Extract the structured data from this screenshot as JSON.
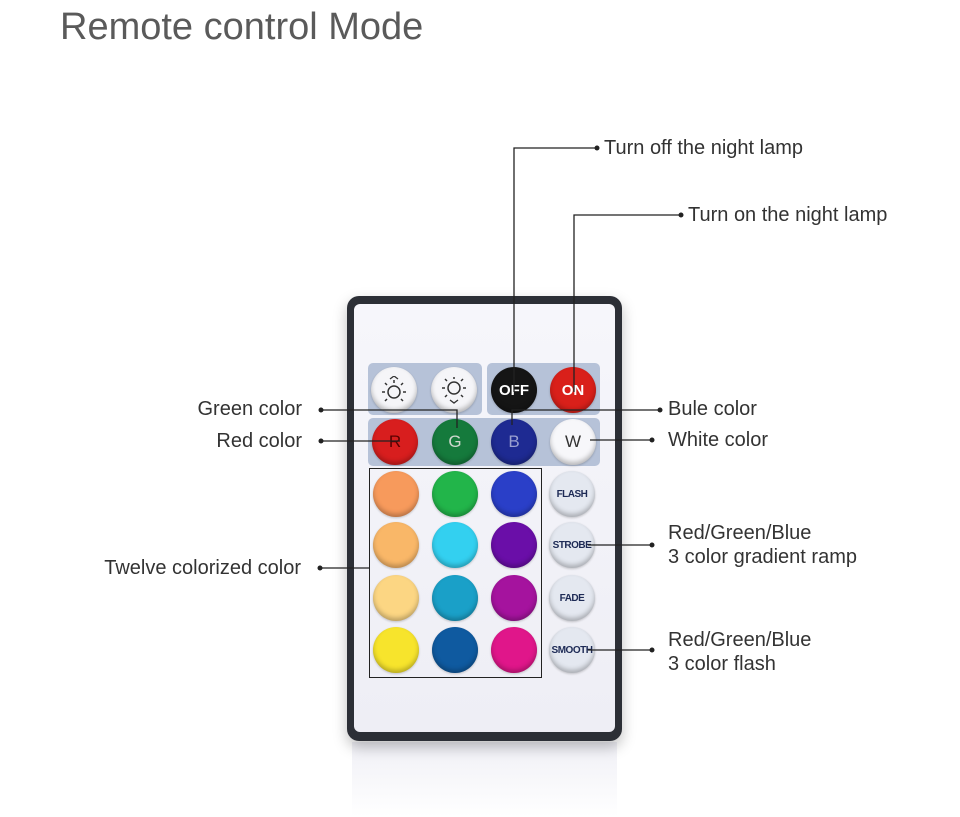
{
  "title": "Remote control Mode",
  "callouts": {
    "off_lamp": "Turn off the night lamp",
    "on_lamp": "Turn on the night lamp",
    "green": "Green color",
    "red": "Red color",
    "blue": "Bule color",
    "white": "White color",
    "twelve": "Twelve colorized color",
    "gradient_line1": "Red/Green/Blue",
    "gradient_line2": "3 color gradient ramp",
    "flash_line1": "Red/Green/Blue",
    "flash_line2": "3 color flash"
  },
  "buttons": {
    "off": "OFF",
    "on": "ON",
    "r": "R",
    "g": "G",
    "b": "B",
    "w": "W",
    "flash": "FLASH",
    "strobe": "STROBE",
    "fade": "FADE",
    "smooth": "SMOOTH"
  },
  "colors": {
    "grid": [
      [
        "#f79a5c",
        "#22b54a",
        "#2a3fc8"
      ],
      [
        "#f9b768",
        "#33d0f0",
        "#6a0ea8"
      ],
      [
        "#fcd683",
        "#1aa0c8",
        "#a5139e"
      ],
      [
        "#f7e42c",
        "#0f5aa0",
        "#e0168a"
      ]
    ],
    "red": "#d81e1e",
    "green": "#157a3c",
    "blue": "#1e2a92",
    "off": "#151515",
    "on": "#d9201a"
  },
  "icons": {
    "brightness_up": "brightness-up-icon",
    "brightness_down": "brightness-down-icon"
  }
}
